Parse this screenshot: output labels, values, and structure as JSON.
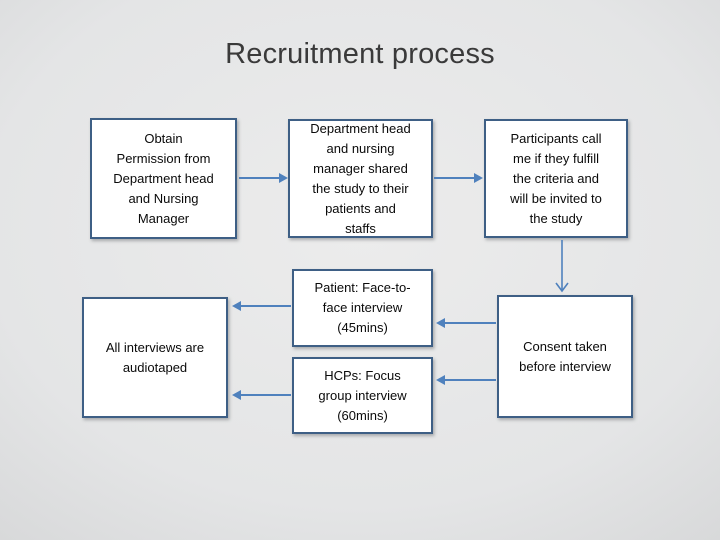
{
  "slide": {
    "title": "Recruitment process"
  },
  "boxes": {
    "obtain": {
      "label": "Obtain\nPermission from\nDepartment head\nand Nursing\nManager"
    },
    "share": {
      "label": "Department head\nand nursing\nmanager shared\nthe study to their\npatients and\nstaffs"
    },
    "participants": {
      "label": "Participants call\nme if they fulfill\nthe criteria and\nwill be invited to\nthe study"
    },
    "audiotaped": {
      "label": "All interviews are\naudiotaped"
    },
    "patient_interview": {
      "label": "Patient: Face-to-\nface interview\n(45mins)"
    },
    "hcp_interview": {
      "label": "HCPs: Focus\ngroup interview\n(60mins)"
    },
    "consent": {
      "label": "Consent taken\nbefore interview"
    }
  },
  "colors": {
    "box_border": "#3e5f85",
    "box_fill": "#ffffff",
    "connector": "#4f81bd",
    "title_text": "#3a3a3a",
    "box_text": "#0a0a0a",
    "background_center": "#ececec",
    "background_corner": "#b3b4b5"
  }
}
